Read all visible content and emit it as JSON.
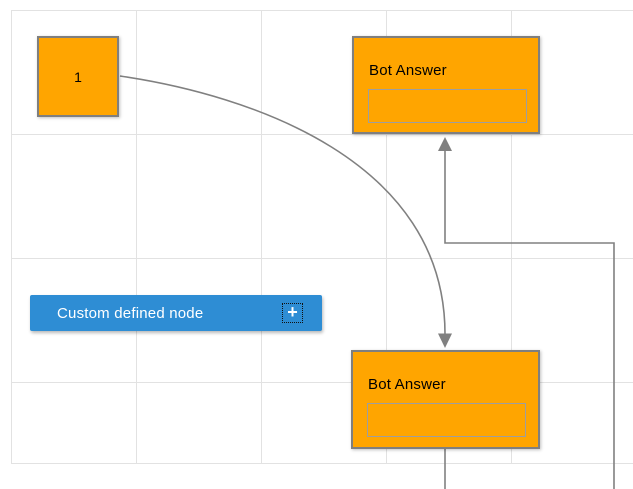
{
  "diagram": {
    "nodes": {
      "start_node": {
        "label": "1"
      },
      "bot_answer_top": {
        "title": "Bot Answer",
        "input_value": ""
      },
      "bot_answer_bottom": {
        "title": "Bot Answer",
        "input_value": ""
      },
      "custom_node": {
        "label": "Custom defined node",
        "add_button_glyph": "+"
      }
    },
    "icons": {
      "add": "add-icon",
      "arrow_up": "arrowhead-up-icon",
      "arrow_down": "arrowhead-down-icon"
    },
    "colors": {
      "node_orange": "#FFA500",
      "node_border": "#7F7F7F",
      "inner_field_border": "#9E9E9E",
      "custom_blue": "#2E8DD4",
      "custom_text": "#FFFFFF",
      "node_text": "#000000",
      "connector_gray": "#808080",
      "grid_line": "#E2E2E2",
      "canvas_bg": "#FFFFFF"
    }
  }
}
